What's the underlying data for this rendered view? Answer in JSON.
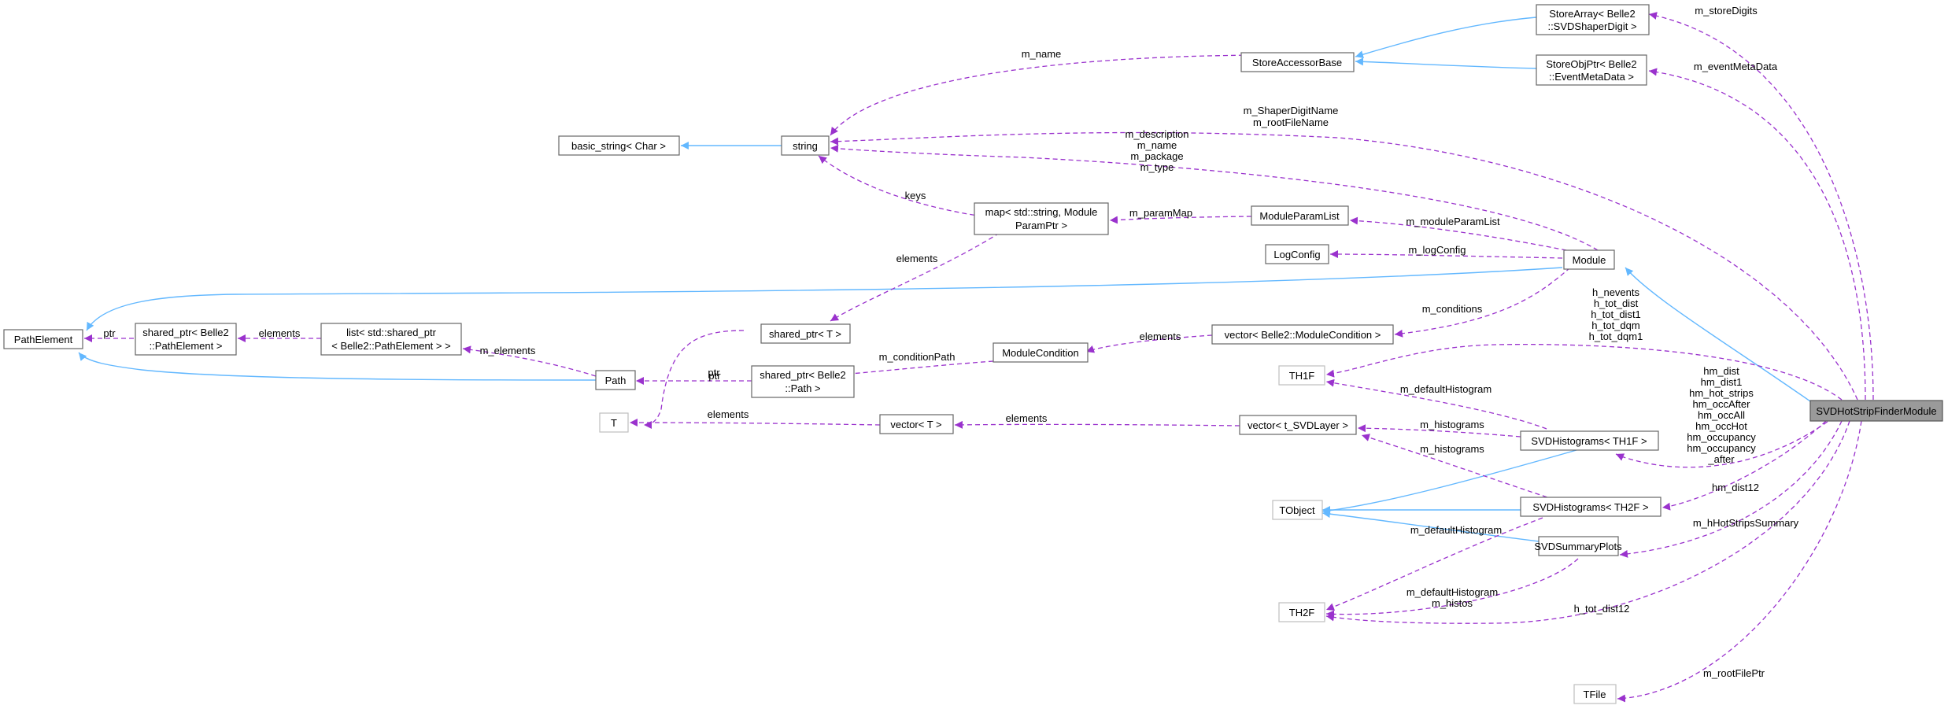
{
  "graph": {
    "nodes": {
      "svd_hot_strip_finder_module": "SVDHotStripFinderModule",
      "store_array": [
        "StoreArray< Belle2",
        "::SVDShaperDigit >"
      ],
      "store_accessor_base": "StoreAccessorBase",
      "store_obj_ptr": [
        "StoreObjPtr< Belle2",
        "::EventMetaData >"
      ],
      "basic_string": "basic_string< Char >",
      "string": "string",
      "map_string_param": [
        "map< std::string, Module",
        "ParamPtr >"
      ],
      "module_param_list": "ModuleParamList",
      "log_config": "LogConfig",
      "module": "Module",
      "path_element": "PathElement",
      "shared_ptr_path_element": [
        "shared_ptr< Belle2",
        "::PathElement >"
      ],
      "list_shared_ptr": [
        "list< std::shared_ptr",
        "< Belle2::PathElement > >"
      ],
      "shared_ptr_t": "shared_ptr< T >",
      "vector_module_condition": "vector< Belle2::ModuleCondition >",
      "module_condition": "ModuleCondition",
      "path": "Path",
      "shared_ptr_path": [
        "shared_ptr< Belle2",
        "::Path >"
      ],
      "th1f": "TH1F",
      "t": "T",
      "vector_t": "vector< T >",
      "vector_svd_layer": "vector< t_SVDLayer >",
      "svd_histograms_th1f": "SVDHistograms< TH1F >",
      "tobject": "TObject",
      "svd_histograms_th2f": "SVDHistograms< TH2F >",
      "svd_summary_plots": "SVDSummaryPlots",
      "th2f": "TH2F",
      "tfile": "TFile"
    },
    "edge_labels": {
      "m_storeDigits": "m_storeDigits",
      "m_eventMetaData": "m_eventMetaData",
      "m_name": "m_name",
      "shaper_root": [
        "m_ShaperDigitName",
        "m_rootFileName"
      ],
      "module_strings": [
        "m_description",
        "m_name",
        "m_package",
        "m_type"
      ],
      "keys": "keys",
      "m_paramMap": "m_paramMap",
      "m_moduleParamList": "m_moduleParamList",
      "m_logConfig": "m_logConfig",
      "elements_map": "elements",
      "m_conditions": "m_conditions",
      "th1f_members": [
        "h_nevents",
        "h_tot_dist",
        "h_tot_dist1",
        "h_tot_dqm",
        "h_tot_dqm1"
      ],
      "ptr_path_element": "ptr",
      "elements_list": "elements",
      "m_elements": "m_elements",
      "ptr_shared_t": "ptr",
      "elements_vector_condition": "elements",
      "m_conditionPath": "m_conditionPath",
      "ptr_shared_path": "ptr",
      "m_defaultHistogram_1": "m_defaultHistogram",
      "hm_members": [
        "hm_dist",
        "hm_dist1",
        "hm_hot_strips",
        "hm_occAfter",
        "hm_occAll",
        "hm_occHot",
        "hm_occupancy",
        "hm_occupancy",
        "_after"
      ],
      "elements_vector_t": "elements",
      "m_histograms_1": "m_histograms",
      "m_histograms_2": "m_histograms",
      "hm_dist12": "hm_dist12",
      "m_defaultHistogram_2": "m_defaultHistogram",
      "m_hHotStripsSummary": "m_hHotStripsSummary",
      "m_default_histos": [
        "m_defaultHistogram",
        "m_histos"
      ],
      "h_tot_dist12": "h_tot_dist12",
      "m_rootFilePtr": "m_rootFilePtr"
    },
    "colors": {
      "inheritance_edge": "#63b8ff",
      "usage_edge": "#9a32cd",
      "node_border": "#666666",
      "faded_node_border": "#bfbfbf",
      "root_node_fill": "#9a9a9a"
    }
  }
}
